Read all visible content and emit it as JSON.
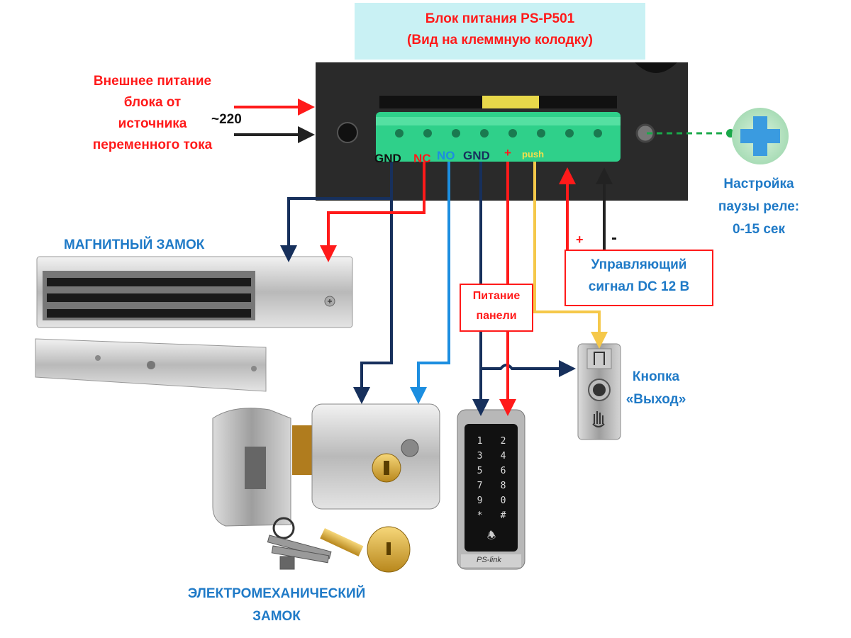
{
  "title": {
    "line1": "Блок питания PS-P501",
    "line2": "(Вид на клеммную колодку)"
  },
  "external_power": {
    "line1": "Внешнее питание",
    "line2": "блока от",
    "line3": "источника",
    "line4": "переменного тока",
    "voltage": "~220"
  },
  "terminals": {
    "gnd1": "GND",
    "nc": "NC",
    "no": "NO",
    "gnd2": "GND",
    "plus": "+",
    "push": "push"
  },
  "relay_pause": {
    "line1": "Настройка",
    "line2": "паузы реле:",
    "line3": "0-15 сек"
  },
  "control_signal": {
    "plus": "+",
    "minus": "-",
    "line1": "Управляющий",
    "line2": "сигнал DC 12 В"
  },
  "mag_lock": {
    "label": "МАГНИТНЫЙ ЗАМОК"
  },
  "panel_power": {
    "line1": "Питание",
    "line2": "панели"
  },
  "exit_button": {
    "line1": "Кнопка",
    "line2": "«Выход»"
  },
  "em_lock": {
    "line1": "ЭЛЕКТРОМЕХАНИЧЕСКИЙ",
    "line2": "ЗАМОК"
  },
  "keypad": {
    "keys": [
      "1",
      "2",
      "3",
      "4",
      "5",
      "6",
      "7",
      "8",
      "9",
      "0",
      "*",
      "#"
    ],
    "brand": "PS-link"
  },
  "colors": {
    "red": "#ff1a1a",
    "blue": "#1f7ac7",
    "navy": "#17305c",
    "yellow": "#f5c84a",
    "green_terminal": "#2fd08a",
    "plus_icon": "#3a9be0"
  }
}
